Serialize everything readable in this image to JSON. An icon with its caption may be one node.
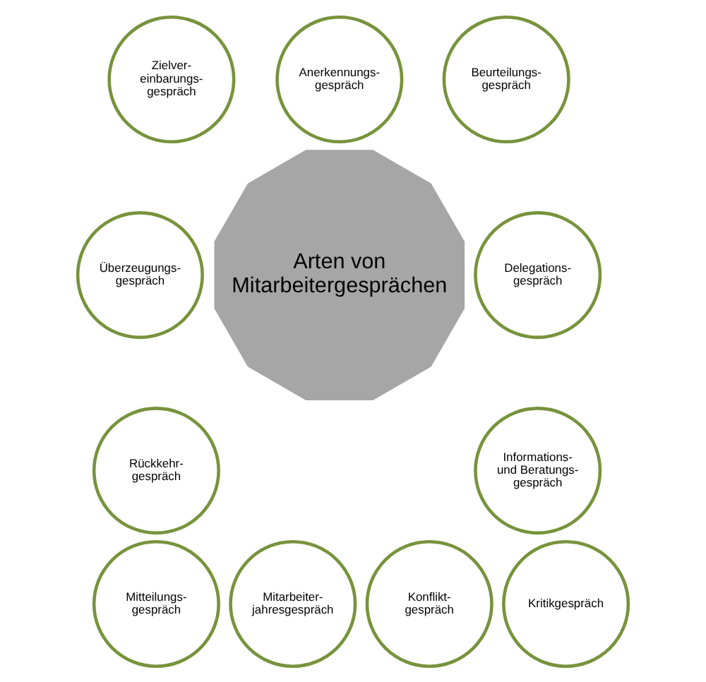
{
  "diagram": {
    "nodes": [
      {
        "text": [
          "Arten von Mitarbeitergesprächen"
        ]
      },
      {
        "text": [
          "Anerkennungs- gespräch"
        ]
      },
      {
        "text": [
          "Beurteilungs- gespräch"
        ]
      },
      {
        "text": [
          "Delegations- gespräch"
        ]
      },
      {
        "text": [
          "Informations- und Beratungs- gespräch"
        ]
      },
      {
        "text": [
          "Kritikgespräch"
        ]
      },
      {
        "text": [
          "Konflikt- gespräch"
        ]
      },
      {
        "text": [
          "Mitarbeiter- jahresgespräch"
        ]
      },
      {
        "text": [
          "Mitteilungs- gespräch"
        ]
      },
      {
        "text": [
          "Rückkehr- gespräch"
        ]
      },
      {
        "text": [
          "Überzeugungs- gespräch"
        ]
      },
      {
        "text": [
          "Zielver- einbarungs- gespräch"
        ]
      }
    ],
    "edges": []
  }
}
